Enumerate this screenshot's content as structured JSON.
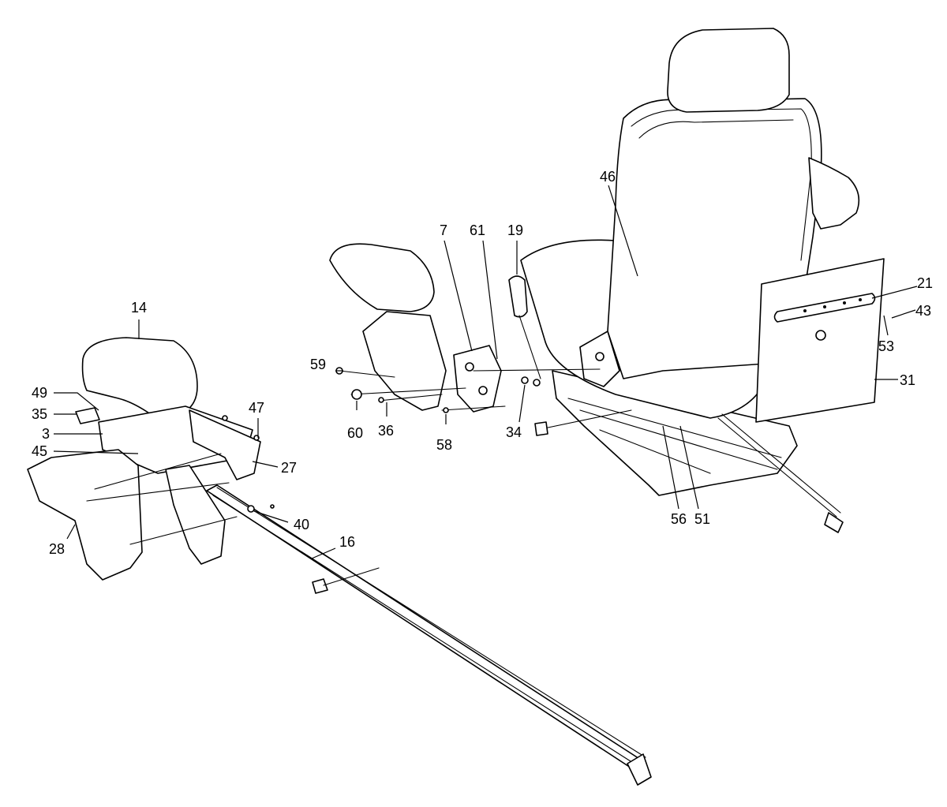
{
  "callouts": {
    "c3": "3",
    "c7": "7",
    "c14": "14",
    "c16": "16",
    "c19": "19",
    "c21": "21",
    "c27": "27",
    "c28": "28",
    "c31": "31",
    "c34": "34",
    "c35": "35",
    "c36": "36",
    "c40": "40",
    "c43": "43",
    "c45": "45",
    "c46": "46",
    "c47": "47",
    "c49": "49",
    "c51": "51",
    "c53": "53",
    "c56": "56",
    "c58": "58",
    "c59": "59",
    "c60": "60",
    "c61": "61"
  },
  "colors": {
    "line": "#000000",
    "background": "#ffffff"
  }
}
